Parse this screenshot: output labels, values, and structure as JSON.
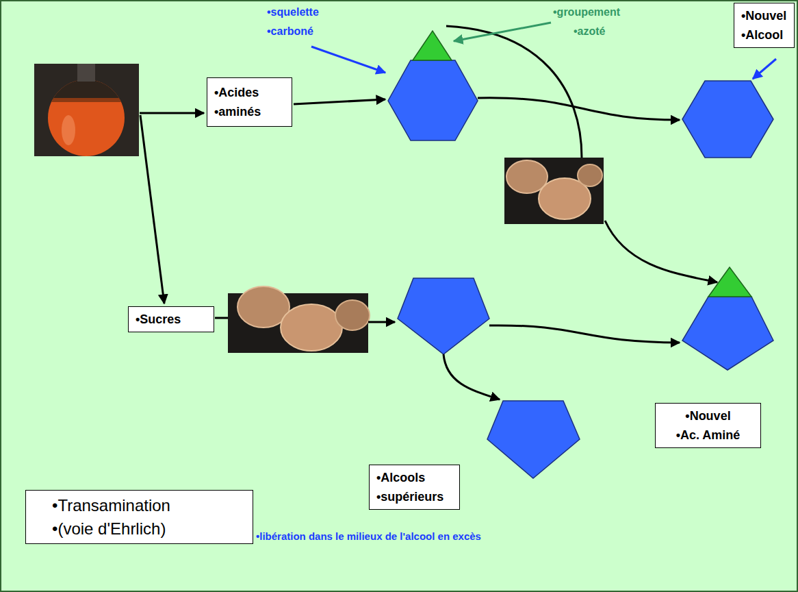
{
  "diagram": {
    "nodes": [
      {
        "text": [
          "•Nouvel",
          "•Alcool"
        ]
      },
      {
        "text": [
          "•Acides",
          "•aminés"
        ]
      },
      {
        "text": [
          "•Sucres"
        ]
      },
      {
        "text": [
          "•Nouvel",
          "•Ac. Aminé"
        ]
      },
      {
        "text": [
          "•Alcools",
          "•supérieurs"
        ]
      },
      {
        "text": [
          "•Transamination",
          "•(voie d'Ehrlich)"
        ]
      }
    ],
    "labels": [
      "•squelette",
      "•carboné",
      "•groupement",
      "•azoté",
      "•libération dans le milieux de l'alcool en excès"
    ]
  }
}
